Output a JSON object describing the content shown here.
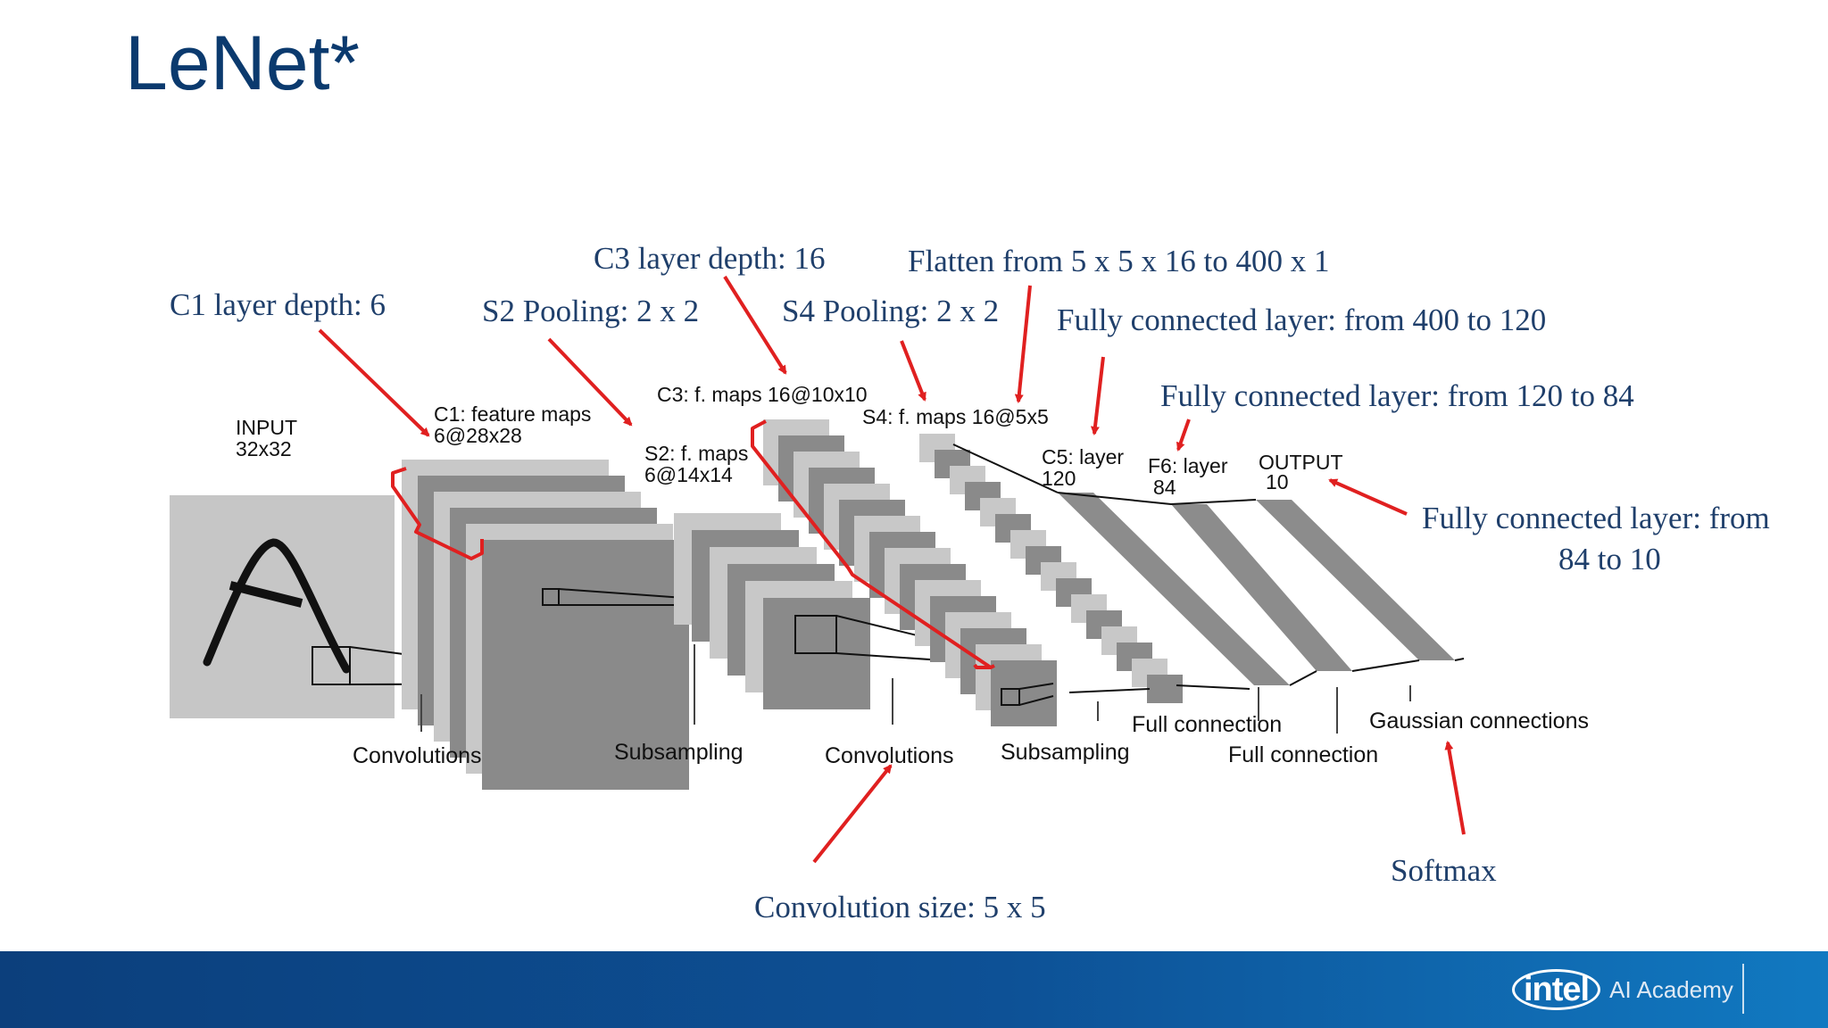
{
  "slide": {
    "title": "LeNet*"
  },
  "diagram": {
    "labels": {
      "input": [
        "INPUT",
        "32x32"
      ],
      "c1": [
        "C1: feature maps",
        "6@28x28"
      ],
      "s2": [
        "S2: f. maps",
        "6@14x14"
      ],
      "c3": [
        "C3: f. maps 16@10x10"
      ],
      "s4": [
        "S4: f. maps 16@5x5"
      ],
      "c5": [
        "C5: layer",
        "120"
      ],
      "f6": [
        "F6: layer",
        "84"
      ],
      "output": [
        "OUTPUT",
        "10"
      ]
    },
    "bottom_labels": {
      "convolutions_1": "Convolutions",
      "subsampling_1": "Subsampling",
      "convolutions_2": "Convolutions",
      "subsampling_2": "Subsampling",
      "full_connection_1": "Full connection",
      "full_connection_2": "Full connection",
      "gaussian": "Gaussian connections"
    },
    "annotations": {
      "c1_depth": "C1 layer depth: 6",
      "s2_pooling": "S2 Pooling: 2 x 2",
      "c3_depth": "C3 layer depth: 16",
      "s4_pooling": "S4 Pooling: 2 x 2",
      "flatten": "Flatten from 5 x 5 x 16 to 400 x 1",
      "fc_400_120": "Fully connected layer: from 400 to 120",
      "fc_120_84": "Fully connected layer: from 120 to 84",
      "fc_84_10": [
        "Fully connected layer: from",
        "84 to 10"
      ],
      "softmax": "Softmax",
      "conv_size": "Convolution size: 5 x 5"
    },
    "colors": {
      "annotation": "#1f3f6b",
      "arrow": "#e02020",
      "map_light": "#c8c8c8",
      "map_dark": "#8a8a8a"
    }
  },
  "footer": {
    "brand": "intel",
    "academy": "AI Academy"
  }
}
